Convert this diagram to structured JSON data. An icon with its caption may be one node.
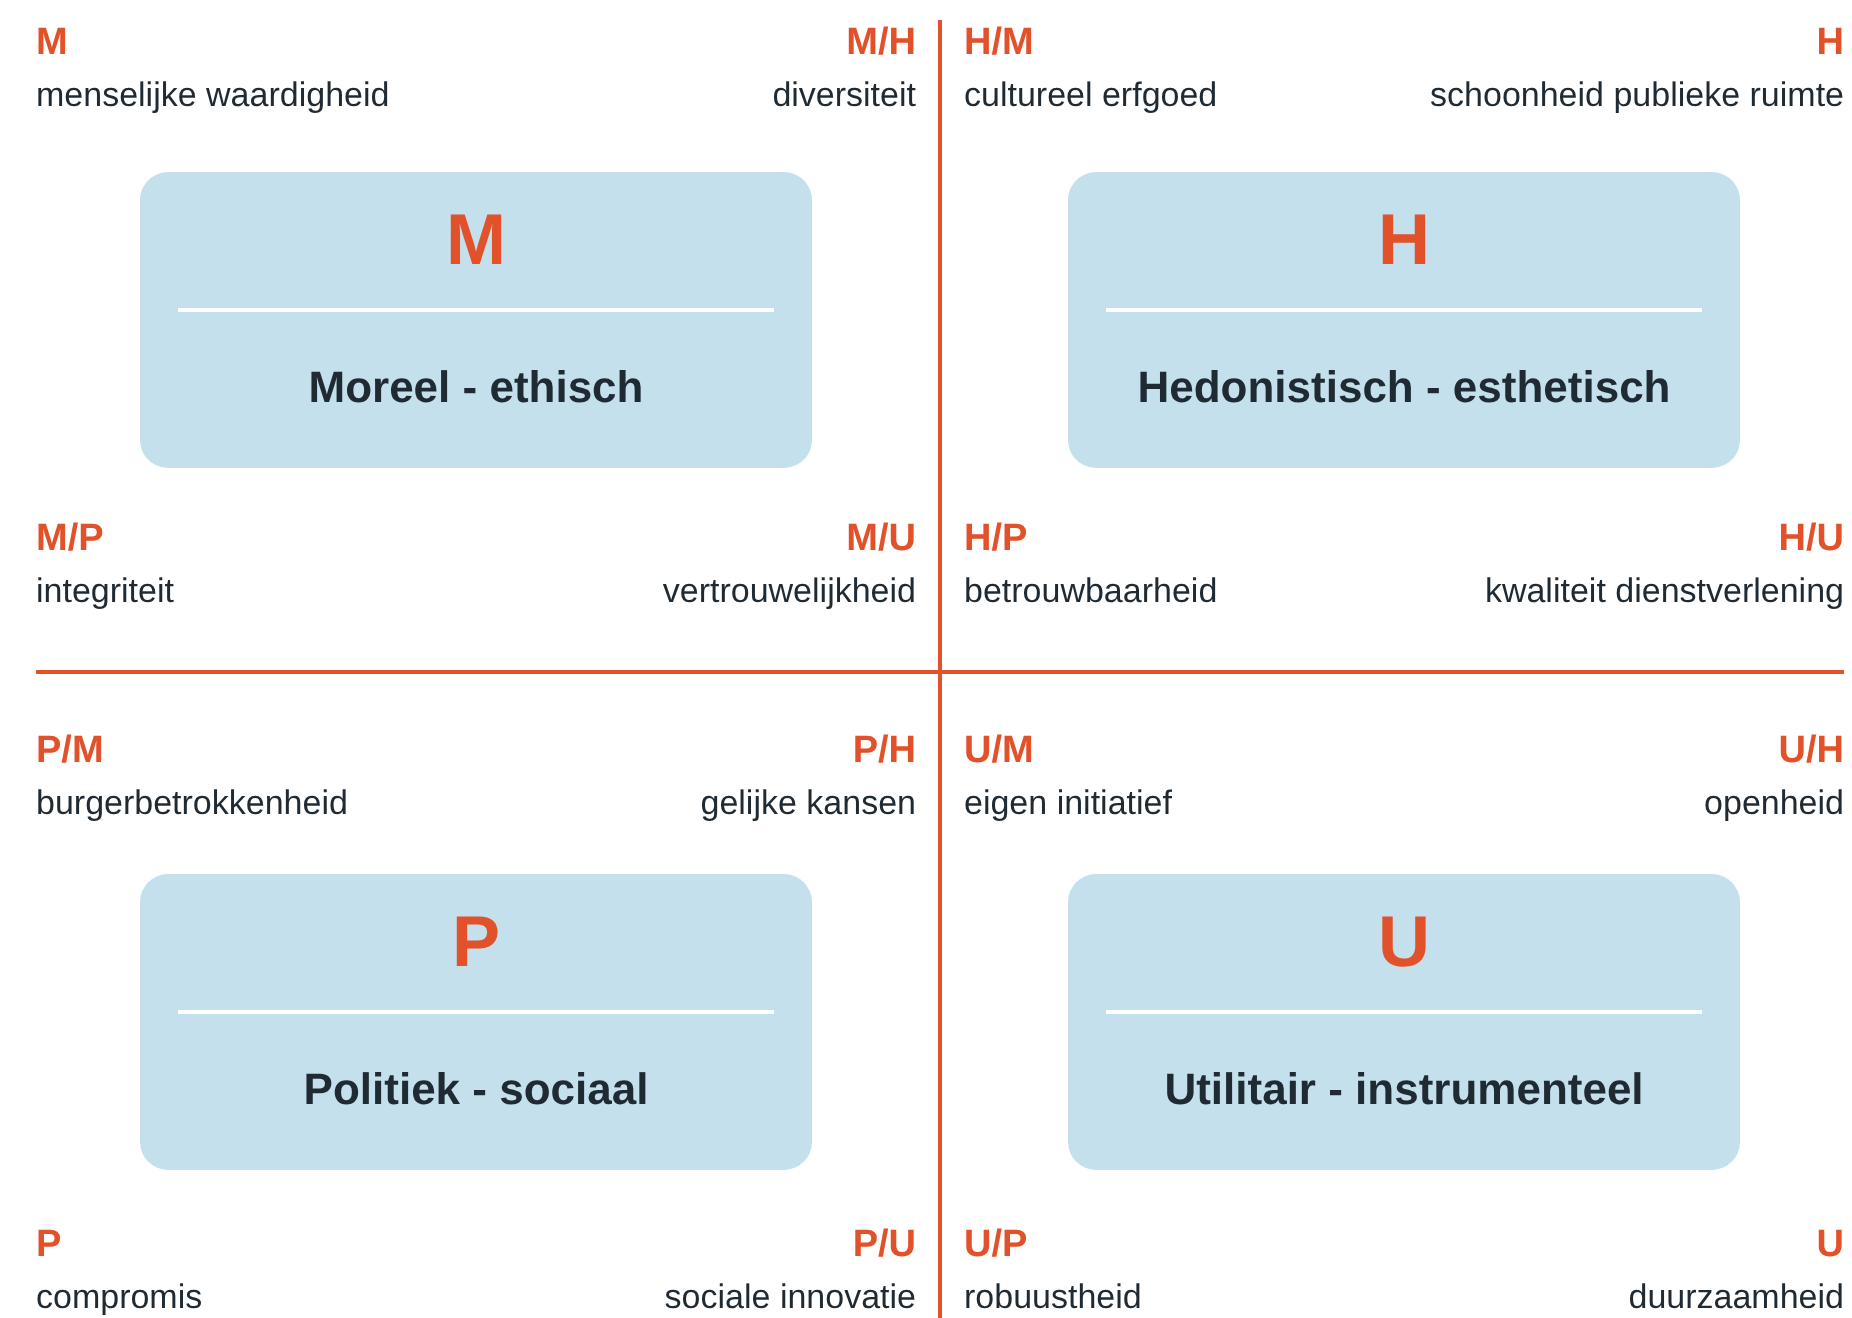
{
  "diagram": {
    "nodes": [
      {
        "text": [
          "M",
          "Moreel - ethisch"
        ]
      },
      {
        "text": [
          "H",
          "Hedonistisch - esthetisch"
        ]
      },
      {
        "text": [
          "P",
          "Politiek - sociaal"
        ]
      },
      {
        "text": [
          "U",
          "Utilitair - instrumenteel"
        ]
      }
    ],
    "labels": [
      "M",
      "menselijke waardigheid",
      "M/H",
      "diversiteit",
      "H/M",
      "cultureel erfgoed",
      "H",
      "schoonheid publieke ruimte",
      "M/P",
      "integriteit",
      "M/U",
      "vertrouwelijkheid",
      "H/P",
      "betrouwbaarheid",
      "H/U",
      "kwaliteit dienstverlening",
      "P/M",
      "burgerbetrokkenheid",
      "P/H",
      "gelijke kansen",
      "U/M",
      "eigen initiatief",
      "U/H",
      "openheid",
      "P",
      "compromis",
      "P/U",
      "sociale innovatie",
      "U/P",
      "robuustheid",
      "U",
      "duurzaamheid"
    ]
  }
}
